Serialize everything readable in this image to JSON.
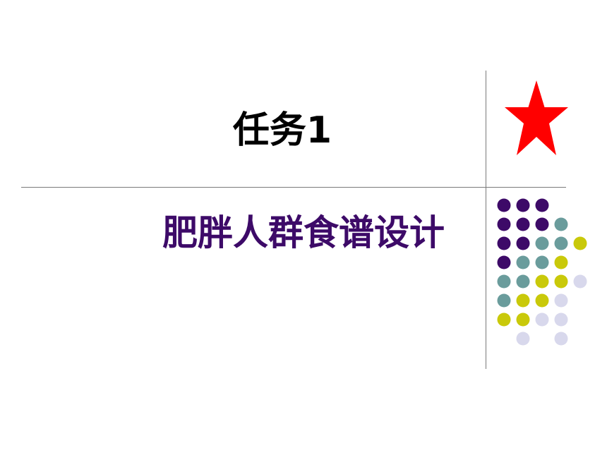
{
  "slide": {
    "title": "任务1",
    "subtitle": "肥胖人群食谱设计"
  },
  "colors": {
    "title": "#000000",
    "subtitle": "#3d0a68",
    "star": "#ff0000",
    "rule": "#7a7a7a",
    "dot_palette": {
      "purple": "#3d0a68",
      "teal": "#6a9c9c",
      "olive": "#c9c90a",
      "lavender": "#d8d8ec"
    }
  },
  "icons": {
    "star": "star-icon"
  },
  "dot_grid": [
    [
      "purple",
      "purple",
      "purple",
      null,
      null
    ],
    [
      "purple",
      "purple",
      "purple",
      "teal",
      null
    ],
    [
      "purple",
      "purple",
      "teal",
      "teal",
      "olive"
    ],
    [
      "purple",
      "teal",
      "teal",
      "olive",
      null
    ],
    [
      "teal",
      "teal",
      "olive",
      "olive",
      "lavender"
    ],
    [
      "teal",
      "olive",
      "olive",
      "lavender",
      null
    ],
    [
      "olive",
      "olive",
      "lavender",
      "lavender",
      null
    ],
    [
      null,
      "lavender",
      null,
      "lavender",
      null
    ]
  ]
}
